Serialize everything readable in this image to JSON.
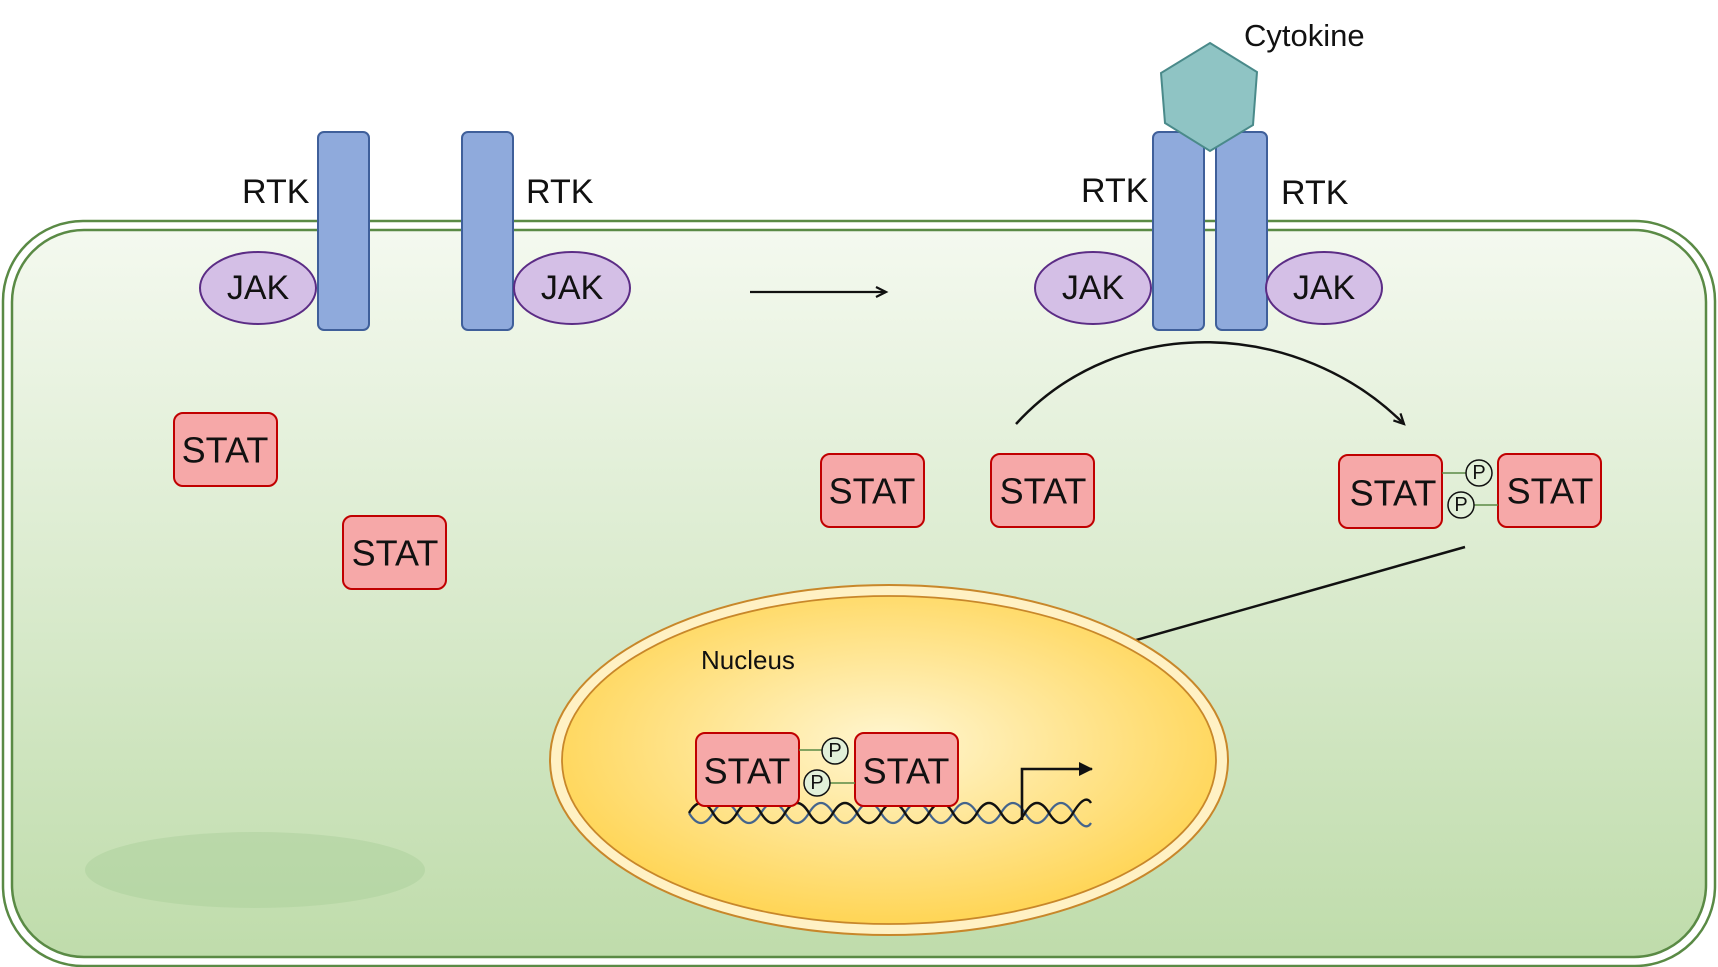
{
  "labels": {
    "cytokine": "Cytokine",
    "rtk": "RTK",
    "jak": "JAK",
    "stat": "STAT",
    "phospho": "P",
    "nucleus": "Nucleus"
  },
  "colors": {
    "cell_membrane": "#5a8a45",
    "cytoplasm_top": "#f4f9ef",
    "cytoplasm_bottom": "#bfdcab",
    "receptor": "#8faadc",
    "receptor_stroke": "#3f5f9a",
    "jak": "#d4bfe6",
    "jak_stroke": "#5b2c85",
    "stat": "#f6a8a8",
    "stat_stroke": "#c00000",
    "cytokine": "#8fc4c4",
    "nucleus_fill": "#ffe58a",
    "nucleus_stroke": "#c8872a",
    "phospho_fill": "#e2f0d9",
    "dna_dark": "#111111",
    "dna_blue": "#44648c"
  }
}
